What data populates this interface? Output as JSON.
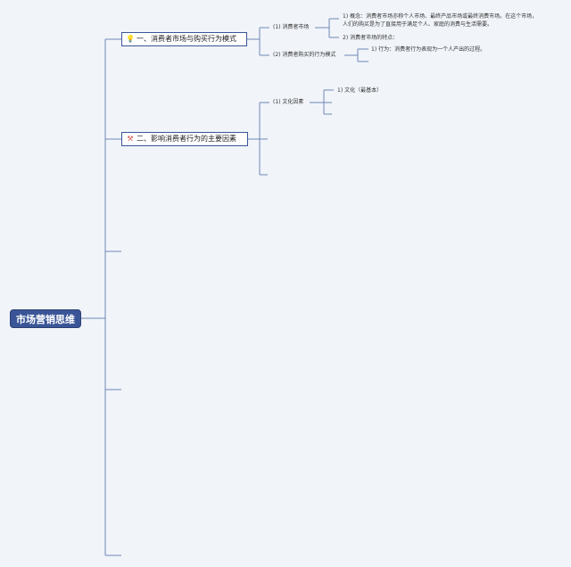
{
  "root": {
    "label": "市场营销思维"
  },
  "topics": [
    {
      "label": "一、消费者市场与购买行为模式",
      "icon": "lightbulb-icon",
      "icon_glyph": "💡",
      "icon_color": "#f2c200"
    },
    {
      "label": "二、影响消费者行为的主要因素",
      "icon": "wrench-icon",
      "icon_glyph": "⚒",
      "icon_color": "#d9534f"
    }
  ],
  "subtopics": {
    "consumer_market": "(1) 消费者市场",
    "buying_model": "(2) 消费者购买的行为模式",
    "culture_factor": "(1) 文化因素"
  },
  "leaves": {
    "concept": "1) 概念：消费者市场亦称个人市场、最终产品市场或最终消费市场。在这个市场，人们的购买是为了直接用于满足个人、家庭的消费与生活需要。",
    "features": "2) 消费者市场的特点：",
    "behavior": "1) 行为：消费者行为表现为一个人产出的过程。",
    "culture": "1) 文化（最基本）"
  },
  "colors": {
    "line": "#6f87b5",
    "root_bg": "#3a5597",
    "background": "#f1f4f9"
  }
}
